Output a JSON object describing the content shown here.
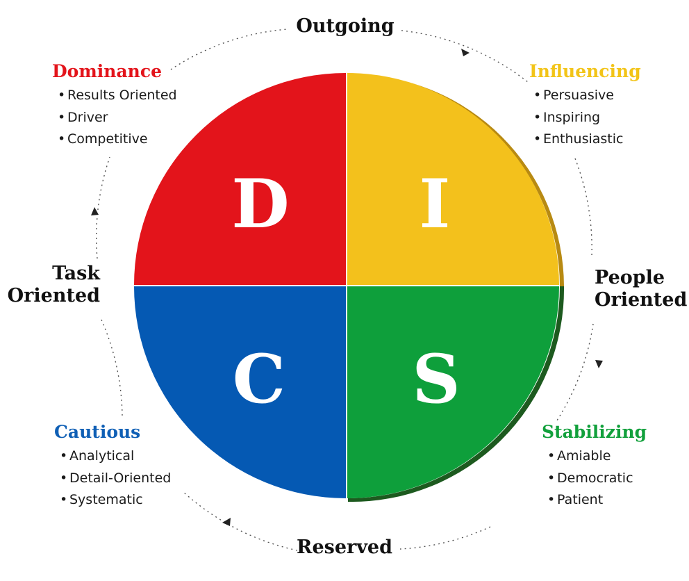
{
  "axes": {
    "top": "Outgoing",
    "bottom": "Reserved",
    "left": [
      "Task",
      "Oriented"
    ],
    "right": [
      "People",
      "Oriented"
    ]
  },
  "quadrants": [
    {
      "id": "d",
      "letter": "D",
      "color": "#e3141b"
    },
    {
      "id": "i",
      "letter": "I",
      "color": "#f3c11c"
    },
    {
      "id": "c",
      "letter": "C",
      "color": "#0559b3"
    },
    {
      "id": "s",
      "letter": "S",
      "color": "#0e9f3b"
    }
  ],
  "styles": {
    "dominance": {
      "title": "Dominance",
      "color": "#e3141b",
      "traits": [
        "Results Oriented",
        "Driver",
        "Competitive"
      ]
    },
    "influencing": {
      "title": "Influencing",
      "color": "#f2c418",
      "traits": [
        "Persuasive",
        "Inspiring",
        "Enthusiastic"
      ]
    },
    "cautious": {
      "title": "Cautious",
      "color": "#0f5fb5",
      "traits": [
        "Analytical",
        "Detail-Oriented",
        "Systematic"
      ]
    },
    "stabilizing": {
      "title": "Stabilizing",
      "color": "#12a03c",
      "traits": [
        "Amiable",
        "Democratic",
        "Patient"
      ]
    }
  },
  "bullet_char": "•"
}
